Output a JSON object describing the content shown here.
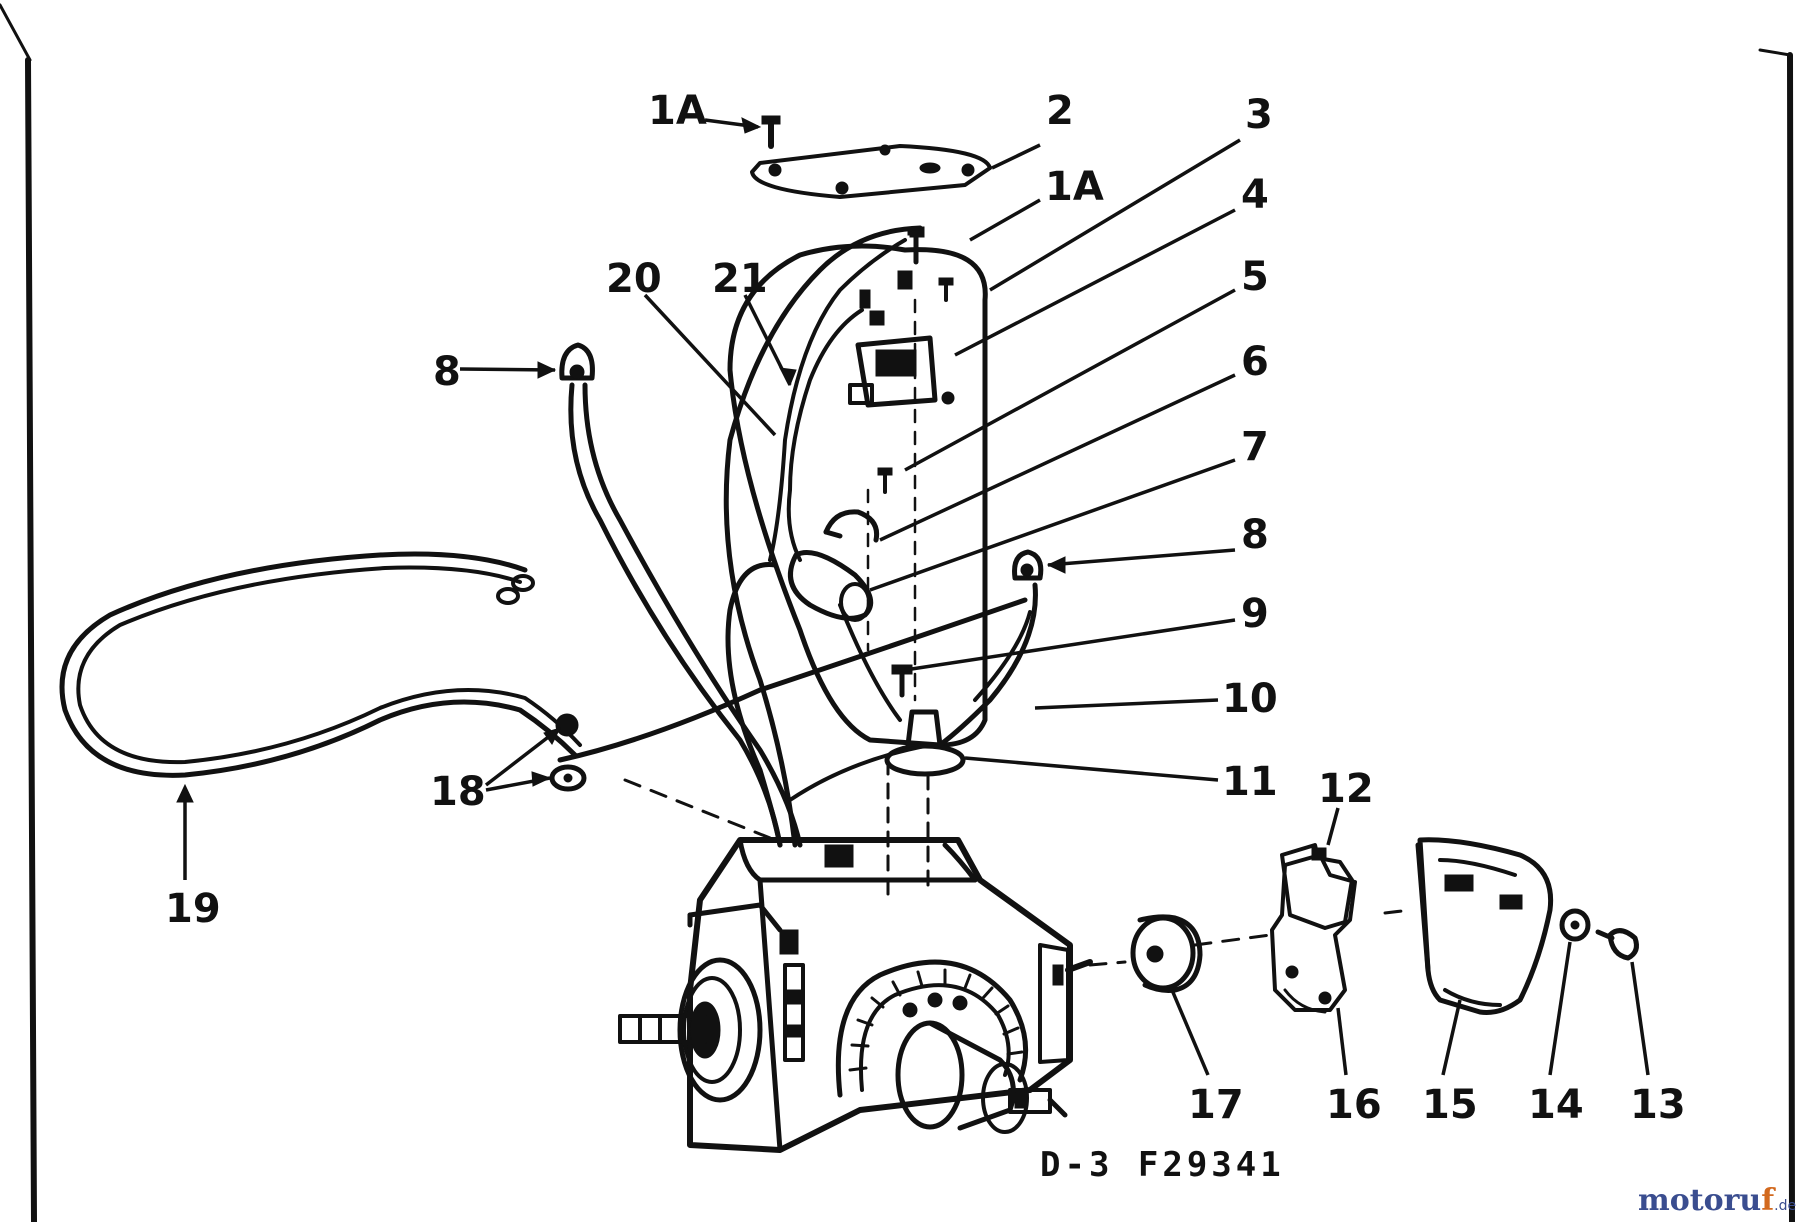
{
  "callouts": [
    {
      "id": "1a-top",
      "text": "1A"
    },
    {
      "id": "2",
      "text": "2"
    },
    {
      "id": "1a-mid",
      "text": "1A"
    },
    {
      "id": "3",
      "text": "3"
    },
    {
      "id": "4",
      "text": "4"
    },
    {
      "id": "5",
      "text": "5"
    },
    {
      "id": "6",
      "text": "6"
    },
    {
      "id": "7",
      "text": "7"
    },
    {
      "id": "8-right",
      "text": "8"
    },
    {
      "id": "9",
      "text": "9"
    },
    {
      "id": "10",
      "text": "10"
    },
    {
      "id": "11",
      "text": "11"
    },
    {
      "id": "12",
      "text": "12"
    },
    {
      "id": "13",
      "text": "13"
    },
    {
      "id": "14",
      "text": "14"
    },
    {
      "id": "15",
      "text": "15"
    },
    {
      "id": "16",
      "text": "16"
    },
    {
      "id": "17",
      "text": "17"
    },
    {
      "id": "18",
      "text": "18"
    },
    {
      "id": "19",
      "text": "19"
    },
    {
      "id": "20",
      "text": "20"
    },
    {
      "id": "21",
      "text": "21"
    },
    {
      "id": "8-left",
      "text": "8"
    }
  ],
  "drawing_code": "D-3 F29341",
  "watermark": {
    "brand_main": "motoru",
    "brand_accent": "f",
    "brand_tld": ".de"
  }
}
